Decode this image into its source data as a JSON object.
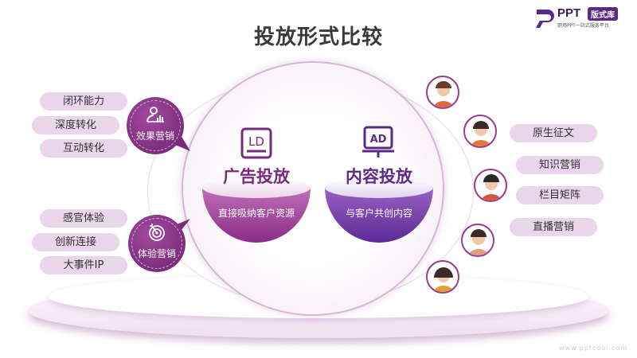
{
  "header": {
    "title": "投放形式比较"
  },
  "logo": {
    "brand": "PPT",
    "tag": "版式库",
    "subtitle": "职场PPT一站式服务平台"
  },
  "left": {
    "groups": [
      {
        "badge": "效果营销",
        "icon": "person-chart-icon",
        "items": [
          "闭环能力",
          "深度转化",
          "互动转化"
        ]
      },
      {
        "badge": "体验营销",
        "icon": "target-icon",
        "items": [
          "感官体验",
          "创新连接",
          "大事件IP"
        ]
      }
    ]
  },
  "center": {
    "bowls": [
      {
        "icon_text": "LD",
        "title": "广告投放",
        "desc": "直接吸纳客户资源"
      },
      {
        "icon_text": "AD",
        "title": "内容投放",
        "desc": "与客户共创内容"
      }
    ]
  },
  "right": {
    "items": [
      "原生征文",
      "知识营销",
      "栏目矩阵",
      "直播营销"
    ]
  },
  "footer": {
    "watermark": "www.pptcool.com"
  },
  "colors": {
    "accent": "#7a2a7a",
    "purple": "#5b2a86",
    "pill": "#ead6ea"
  }
}
